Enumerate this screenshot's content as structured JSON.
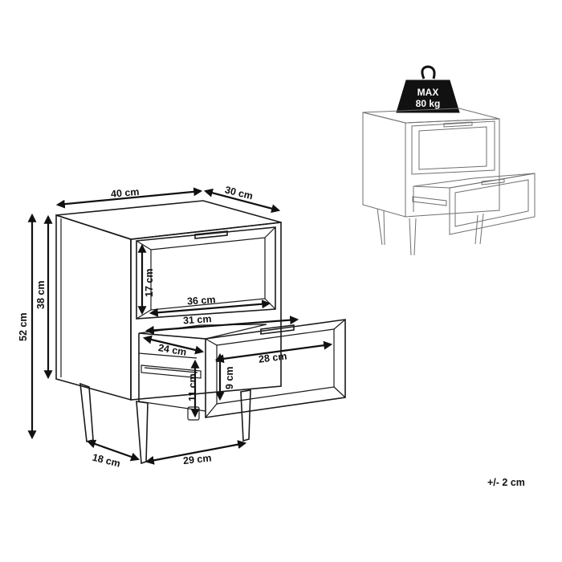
{
  "dimensions": {
    "width": "40 cm",
    "depth": "30 cm",
    "total_height": "52 cm",
    "body_height": "38 cm",
    "drawer_front_height": "17 cm",
    "drawer_front_width": "36 cm",
    "drawer_inner_width": "31 cm",
    "drawer_inner_depth": "24 cm",
    "drawer_bottom_width": "28 cm",
    "drawer_inner_height": "9 cm",
    "drawer_side_height": "11 cm",
    "leg_depth_spacing": "18 cm",
    "leg_width_spacing": "29 cm"
  },
  "load": {
    "max_label": "MAX",
    "weight": "80 kg"
  },
  "tolerance": "+/- 2 cm",
  "colors": {
    "line": "#1a1a1a",
    "faint_line": "#6f6f6f",
    "weight_fill": "#111111"
  }
}
